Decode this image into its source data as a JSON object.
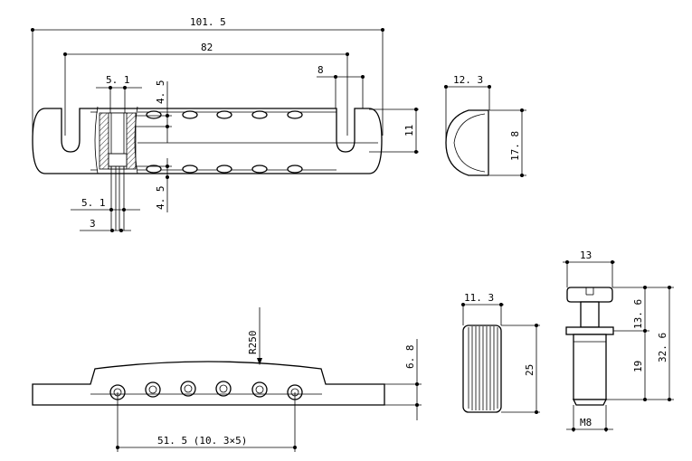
{
  "drawing": {
    "top_view": {
      "overall_length": "101. 5",
      "post_spacing": "82",
      "slot_width": "8",
      "slot_depth": "11",
      "hole_top_offset": "4. 5",
      "hole_bottom_offset": "4. 5",
      "cross_section_width": "5. 1",
      "stud_width": "5. 1",
      "stud_thread": "3"
    },
    "end_view": {
      "width": "12. 3",
      "height": "17. 8"
    },
    "front_view": {
      "radius": "R250",
      "height": "6. 8",
      "string_spacing": "51. 5 (10. 3×5)"
    },
    "thumbwheel": {
      "diameter": "11. 3",
      "height": "25"
    },
    "stud": {
      "head_diameter": "13",
      "head_height": "13. 6",
      "shaft_length": "19",
      "total_length": "32. 6",
      "thread": "M8"
    }
  }
}
